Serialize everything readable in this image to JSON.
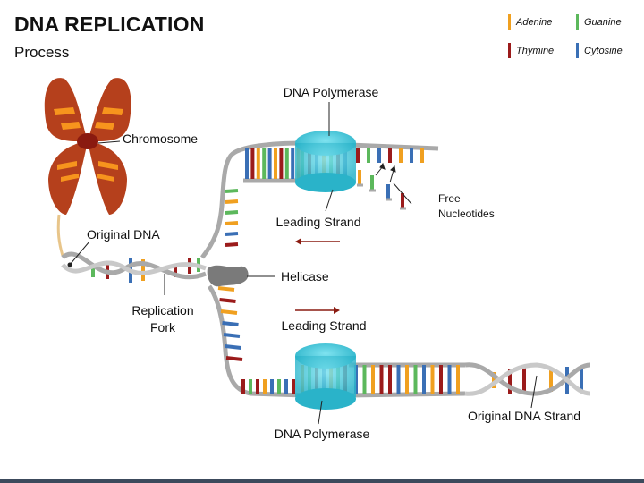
{
  "header": {
    "title": "DNA REPLICATION",
    "subtitle": "Process"
  },
  "legend": [
    {
      "name": "Adenine",
      "color": "#f0a020"
    },
    {
      "name": "Guanine",
      "color": "#5cb85c"
    },
    {
      "name": "Thymine",
      "color": "#9b1b1b"
    },
    {
      "name": "Cytosine",
      "color": "#3a6fb5"
    }
  ],
  "labels": {
    "chromosome": "Chromosome",
    "original_dna": "Original DNA",
    "replication_fork_line1": "Replication",
    "replication_fork_line2": "Fork",
    "dna_polymerase_top": "DNA Polymerase",
    "leading_strand_top": "Leading Strand",
    "free_nucleotides_line1": "Free",
    "free_nucleotides_line2": "Nucleotides",
    "helicase": "Helicase",
    "leading_strand_bottom": "Leading Strand",
    "dna_polymerase_bottom": "DNA Polymerase",
    "original_dna_strand": "Original DNA Strand"
  },
  "colors": {
    "adenine": "#f0a020",
    "guanine": "#5cb85c",
    "thymine": "#9b1b1b",
    "cytosine": "#3a6fb5",
    "backbone": "#a9a9a9",
    "chromosome": "#b5401c",
    "chromosome_band": "#f7941d",
    "centromere": "#8a1a10",
    "polymerase": "#3cc3d6",
    "helicase": "#7a7a7a"
  }
}
